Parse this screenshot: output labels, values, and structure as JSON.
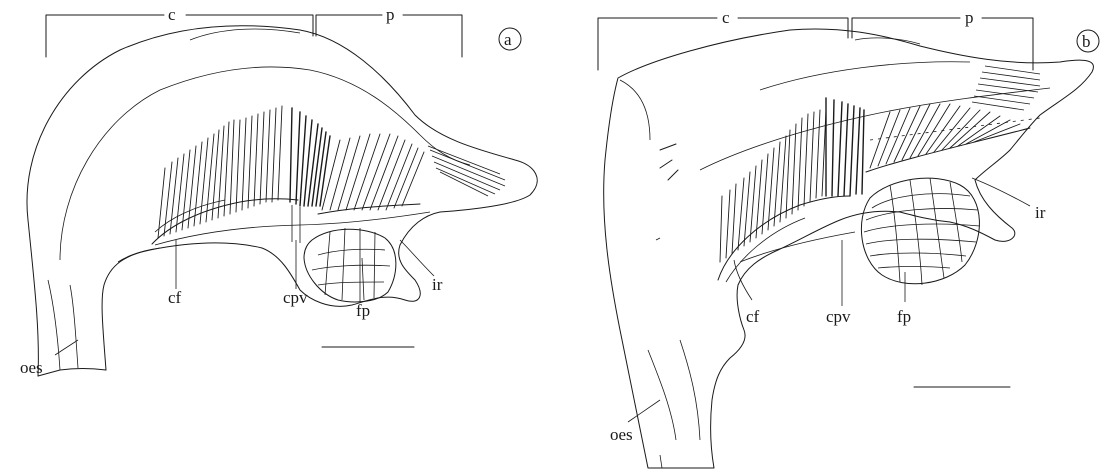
{
  "panel_a": {
    "id_label": "a",
    "region_c": "c",
    "region_p": "p",
    "labels": {
      "cf": "cf",
      "cpv": "cpv",
      "fp": "fp",
      "ir": "ir",
      "oes": "oes"
    }
  },
  "panel_b": {
    "id_label": "b",
    "region_c": "c",
    "region_p": "p",
    "labels": {
      "cf": "cf",
      "cpv": "cpv",
      "fp": "fp",
      "ir": "ir",
      "oes": "oes"
    }
  }
}
